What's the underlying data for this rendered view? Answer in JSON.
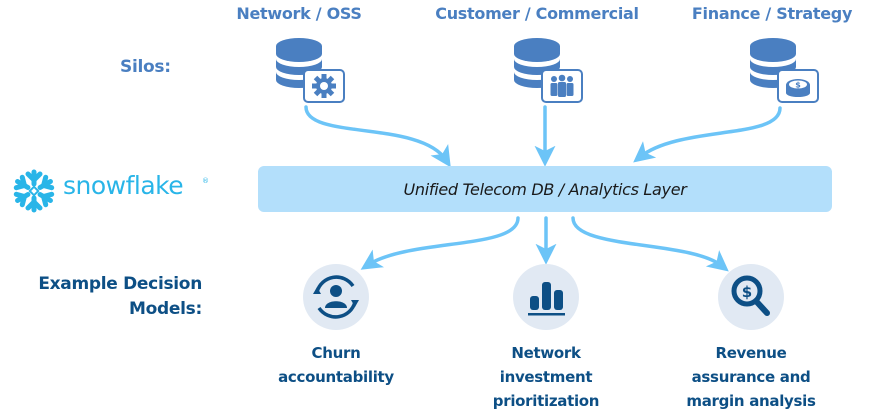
{
  "silos": {
    "label": "Silos:",
    "items": [
      {
        "title": "Network / OSS",
        "badge_icon": "gear-icon"
      },
      {
        "title": "Customer / Commercial",
        "badge_icon": "people-icon"
      },
      {
        "title": "Finance / Strategy",
        "badge_icon": "coins-dollar-icon"
      }
    ]
  },
  "brand": {
    "name": "snowflake",
    "mark": "®"
  },
  "unified_layer": {
    "label": "Unified Telecom DB / Analytics Layer"
  },
  "decision_models": {
    "label_line1": "Example Decision",
    "label_line2": "Models:",
    "items": [
      {
        "lines": [
          "Churn",
          "accountability"
        ],
        "icon": "customer-cycle-icon"
      },
      {
        "lines": [
          "Network",
          "investment",
          "prioritization"
        ],
        "icon": "bar-chart-icon"
      },
      {
        "lines": [
          "Revenue",
          "assurance and",
          "margin analysis"
        ],
        "icon": "dollar-magnifier-icon"
      }
    ]
  },
  "colors": {
    "silo_blue": "#4a7fc1",
    "arrow_blue": "#6cc4f7",
    "layer_fill": "#b3dffb",
    "dark_blue": "#0d4f85",
    "circle_fill": "#e1e9f3",
    "snowflake_cyan": "#29b5e8"
  }
}
